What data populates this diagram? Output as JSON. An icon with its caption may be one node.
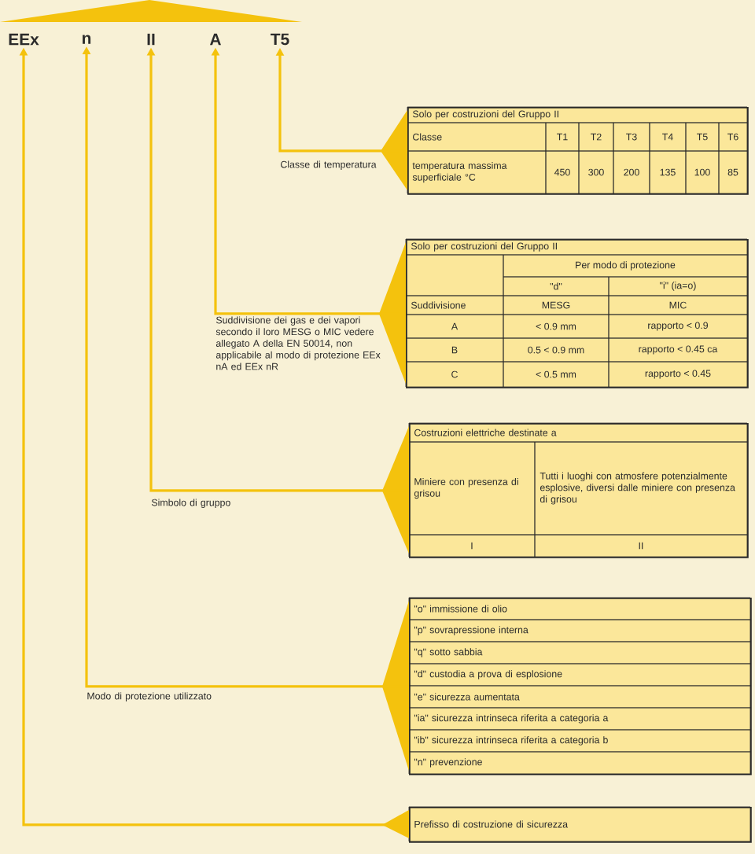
{
  "diagram": {
    "nodes": [
      {
        "text": [
          "EEx"
        ]
      },
      {
        "text": [
          "n"
        ]
      },
      {
        "text": [
          "II"
        ]
      },
      {
        "text": [
          "A"
        ]
      },
      {
        "text": [
          "T5"
        ]
      },
      {
        "text": [
          "Solo per costruzioni del Gruppo II",
          "Classe",
          "T1",
          "T2",
          "T3",
          "T4",
          "T5",
          "T6",
          "temperatura massima superficiale °C",
          "450",
          "300",
          "200",
          "135",
          "100",
          "85"
        ]
      },
      {
        "text": [
          "Solo per costruzioni del Gruppo II",
          "Per modo di protezione",
          "\"d\"",
          "\"i\" (ia=o)",
          "Suddivisione",
          "MESG",
          "MIC",
          "A",
          "< 0.9 mm",
          "rapporto < 0.9",
          "B",
          "0.5 < 0.9 mm",
          "rapporto < 0.45 ca",
          "C",
          "< 0.5 mm",
          "rapporto < 0.45"
        ]
      },
      {
        "text": [
          "Costruzioni elettriche destinate a",
          "Miniere con presenza di grisou",
          "Tutti i luoghi con atmosfere potenzialmente esplosive, diversi dalle miniere con presenza di grisou",
          "I",
          "II"
        ]
      },
      {
        "text": [
          "\"o\" immissione di olio",
          "\"p\" sovrapressione interna",
          "\"q\" sotto sabbia",
          "\"d\" custodia a prova di esplosione",
          "\"e\" sicurezza aumentata",
          "\"ia\" sicurezza intrinseca riferita a categoria a",
          "\"ib\" sicurezza intrinseca riferita a categoria b",
          "\"n\" prevenzione"
        ]
      },
      {
        "text": [
          "Prefisso di costruzione di sicurezza"
        ]
      }
    ],
    "edges": [
      {
        "from": 5,
        "to": 4,
        "arrow": "to",
        "label": "Classe di temperatura"
      },
      {
        "from": 6,
        "to": 3,
        "arrow": "to",
        "label": "Suddivisione dei gas e dei vapori secondo il loro MESG o MIC vedere allegato A della EN 50014, non applicabile al modo di protezione EEx nA ed EEx nR"
      },
      {
        "from": 7,
        "to": 2,
        "arrow": "to",
        "label": "Simbolo di gruppo"
      },
      {
        "from": 8,
        "to": 1,
        "arrow": "to",
        "label": "Modo di protezione utilizzato"
      },
      {
        "from": 9,
        "to": 0,
        "arrow": "to"
      }
    ]
  }
}
